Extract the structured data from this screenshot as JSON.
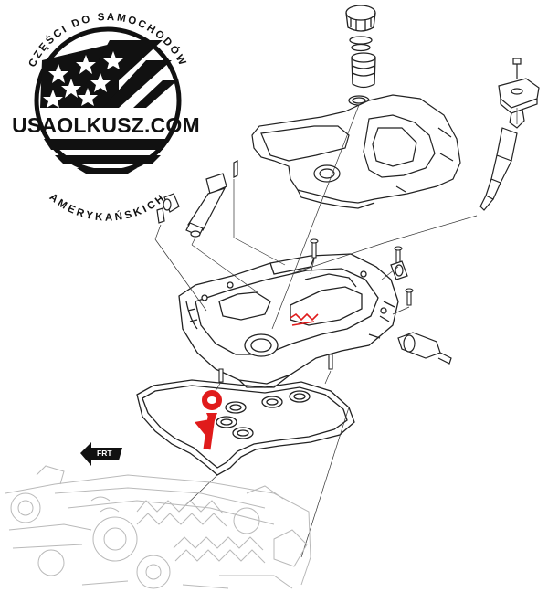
{
  "logo": {
    "top_arc_text": "CZĘŚCI DO SAMOCHODÓW",
    "brand": "USAOLKUSZ.COM",
    "bottom_arc_text": "AMERYKAŃSKICH"
  },
  "diagram": {
    "frt_label": "FRT",
    "highlight_color": "#e01b1b"
  }
}
